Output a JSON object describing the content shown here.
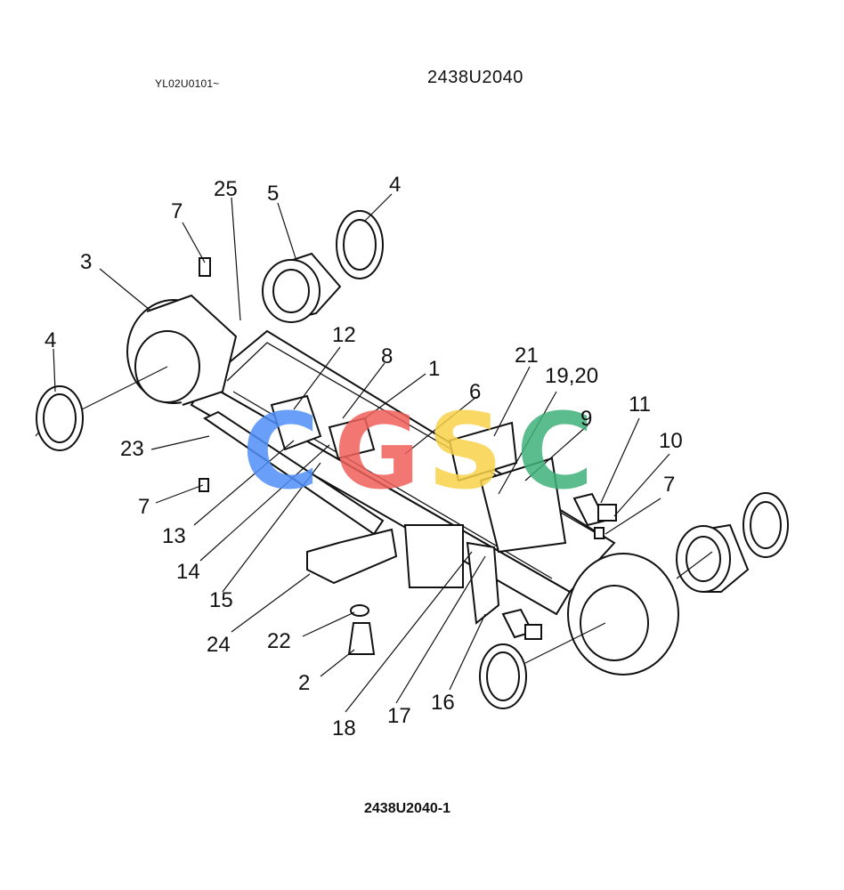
{
  "header": {
    "serial_range": "YL02U0101~",
    "part_number": "2438U2040"
  },
  "footer": {
    "figure_id": "2438U2040-1"
  },
  "watermark": {
    "letters": [
      "C",
      "G",
      "S",
      "C"
    ],
    "colors": [
      "#4f8ff7",
      "#f0605a",
      "#f8d24a",
      "#3fb27a"
    ]
  },
  "callouts": [
    "1",
    "2",
    "3",
    "4",
    "4",
    "5",
    "6",
    "7",
    "7",
    "7",
    "8",
    "9",
    "10",
    "11",
    "12",
    "13",
    "14",
    "15",
    "16",
    "17",
    "18",
    "19,20",
    "21",
    "22",
    "23",
    "24",
    "25"
  ]
}
